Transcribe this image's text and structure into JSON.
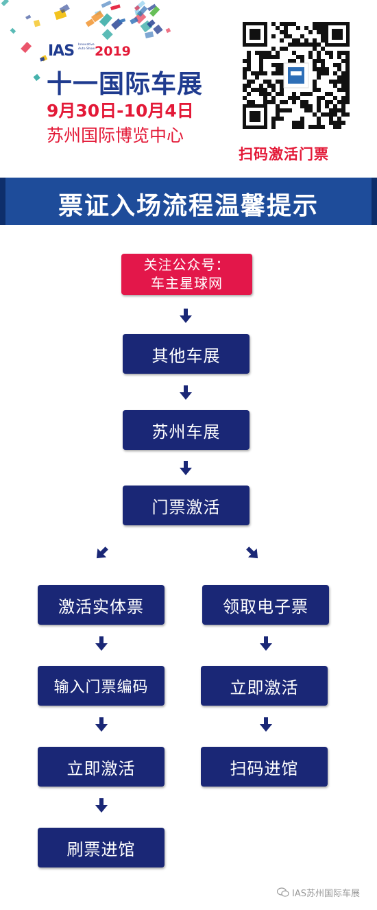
{
  "header": {
    "logo": {
      "brand": "IAS",
      "tagline": "Innovative Auto Show",
      "year": "2019"
    },
    "title": "十一国际车展",
    "dates": "9月30日-10月4日",
    "venue": "苏州国际博览中心",
    "qr_caption": "扫码激活门票"
  },
  "banner": {
    "title": "票证入场流程温馨提示"
  },
  "flow": {
    "follow_line1": "关注公众号：",
    "follow_line2": "车主星球网",
    "step1": "其他车展",
    "step2": "苏州车展",
    "step3": "门票激活",
    "left_branch": [
      "激活实体票",
      "输入门票编码",
      "立即激活",
      "刷票进馆"
    ],
    "right_branch": [
      "领取电子票",
      "立即激活",
      "扫码进馆"
    ]
  },
  "footer": {
    "source": "IAS苏州国际车展"
  },
  "colors": {
    "navy_box": "#1a2776",
    "red_box": "#e3174a",
    "banner": "#1e4c9a",
    "logo_blue": "#1f3b8f",
    "logo_red": "#e31937"
  }
}
